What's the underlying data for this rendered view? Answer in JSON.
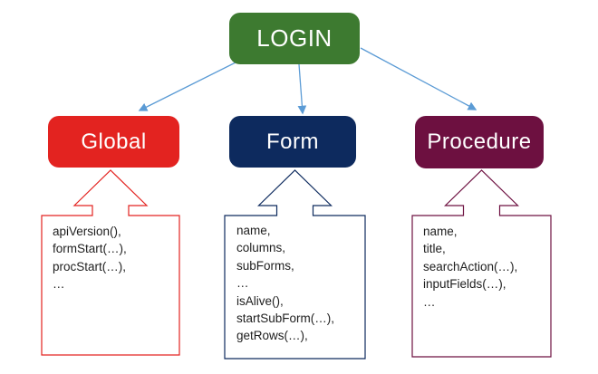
{
  "diagram": {
    "title_hint": "LOGIN API object hierarchy",
    "root": {
      "label": "LOGIN",
      "color": "#3d7a30"
    },
    "connector_color": "#5b9bd5",
    "text_color": "#1e1e1e",
    "children": [
      {
        "label": "Global",
        "color": "#e32320",
        "members": [
          "apiVersion(),",
          "formStart(…),",
          "procStart(…),",
          "…"
        ]
      },
      {
        "label": "Form",
        "color": "#0d2a5e",
        "members": [
          "name,",
          "columns,",
          "subForms,",
          "…",
          "isAlive(),",
          "startSubForm(…),",
          "getRows(…),"
        ]
      },
      {
        "label": "Procedure",
        "color": "#6d1040",
        "members": [
          "name,",
          "title,",
          "searchAction(…),",
          "inputFields(…),",
          "…"
        ]
      }
    ]
  }
}
